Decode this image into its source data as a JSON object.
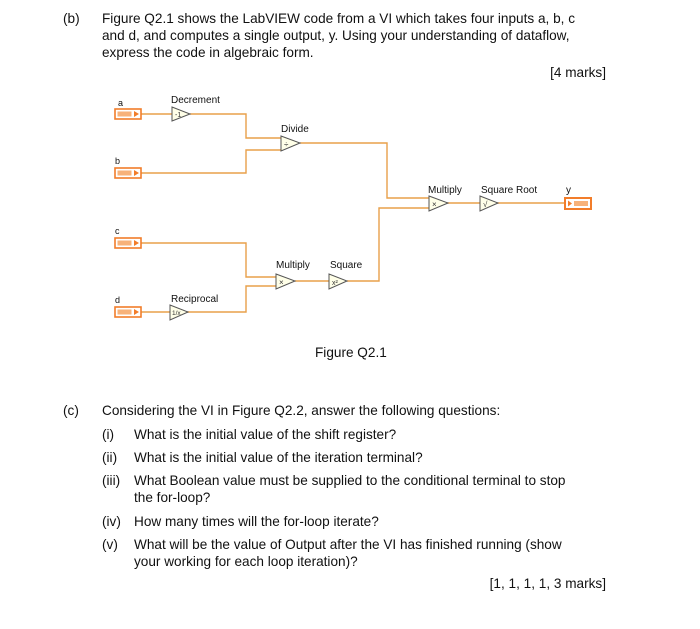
{
  "question_b": {
    "label": "(b)",
    "line1": "Figure Q2.1 shows the LabVIEW code from a VI which takes four inputs a, b, c",
    "line2": "and d, and computes a single output, y. Using your understanding of dataflow,",
    "line3": "express the code in algebraic form.",
    "marks": "[4 marks]"
  },
  "diagram": {
    "inputs": [
      {
        "name": "a",
        "type": "DBL"
      },
      {
        "name": "b",
        "type": "DBL"
      },
      {
        "name": "c",
        "type": "DBL"
      },
      {
        "name": "d",
        "type": "DBL"
      }
    ],
    "output": {
      "name": "y",
      "type": "DBL"
    },
    "nodes": {
      "decrement": "Decrement",
      "divide": "Divide",
      "multiply_top": "Multiply",
      "square_root": "Square Root",
      "multiply_bottom": "Multiply",
      "square": "Square",
      "reciprocal": "Reciprocal"
    },
    "wire_color": "#e8a04a",
    "terminal_color": "#f27d2a",
    "caption": "Figure Q2.1"
  },
  "question_c": {
    "label": "(c)",
    "intro": "Considering the VI in Figure Q2.2, answer the following questions:",
    "items": [
      {
        "num": "(i)",
        "lines": [
          "What is the initial value of the shift register?"
        ]
      },
      {
        "num": "(ii)",
        "lines": [
          "What is the initial value of the iteration terminal?"
        ]
      },
      {
        "num": "(iii)",
        "lines": [
          "What Boolean value must be supplied to the conditional terminal to stop",
          "the for-loop?"
        ]
      },
      {
        "num": "(iv)",
        "lines": [
          "How many times will the for-loop iterate?"
        ]
      },
      {
        "num": "(v)",
        "lines": [
          "What will be the value of Output after the VI has finished running (show",
          "your working for each loop iteration)?"
        ]
      }
    ],
    "marks": "[1, 1, 1, 1, 3 marks]"
  }
}
